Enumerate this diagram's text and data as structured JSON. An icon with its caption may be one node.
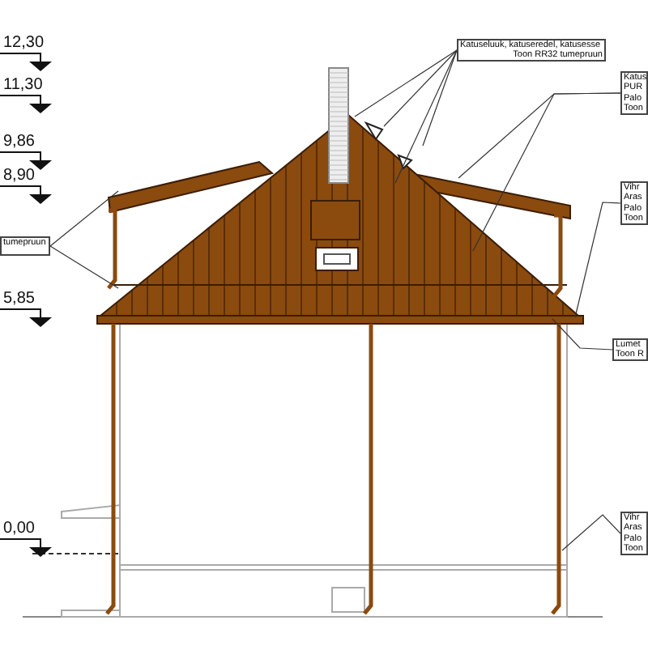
{
  "diagram": {
    "nodes": [
      {
        "text": [
          "Katuseluuk, katuseredel, katusesse",
          "Toon RR32 tumepruun"
        ]
      },
      {
        "text": [
          "Katus",
          "PUR",
          "Palo",
          "Toon"
        ]
      },
      {
        "text": [
          "Vihr",
          "Aras",
          "Palo",
          "Toon"
        ]
      },
      {
        "text": [
          "Lumet",
          "Toon R"
        ]
      },
      {
        "text": [
          "Vihr",
          "Aras",
          "Palo",
          "Toon"
        ]
      },
      {
        "text": [
          "tumepruun"
        ]
      }
    ],
    "edges": [
      {
        "from": 0,
        "to": null,
        "arrow": "none"
      },
      {
        "from": 0,
        "to": null,
        "arrow": "none"
      },
      {
        "from": 0,
        "to": null,
        "arrow": "none"
      },
      {
        "from": 0,
        "to": null,
        "arrow": "none"
      },
      {
        "from": 1,
        "to": null,
        "arrow": "none"
      },
      {
        "from": 1,
        "to": null,
        "arrow": "none"
      },
      {
        "from": 2,
        "to": null,
        "arrow": "none"
      },
      {
        "from": 3,
        "to": null,
        "arrow": "none"
      },
      {
        "from": 4,
        "to": null,
        "arrow": "none"
      },
      {
        "from": 5,
        "to": null,
        "arrow": "none"
      },
      {
        "from": 5,
        "to": null,
        "arrow": "none"
      }
    ],
    "labels": [
      "12,30",
      "11,30",
      "9,86",
      "8,90",
      "5,85",
      "0,00"
    ]
  }
}
